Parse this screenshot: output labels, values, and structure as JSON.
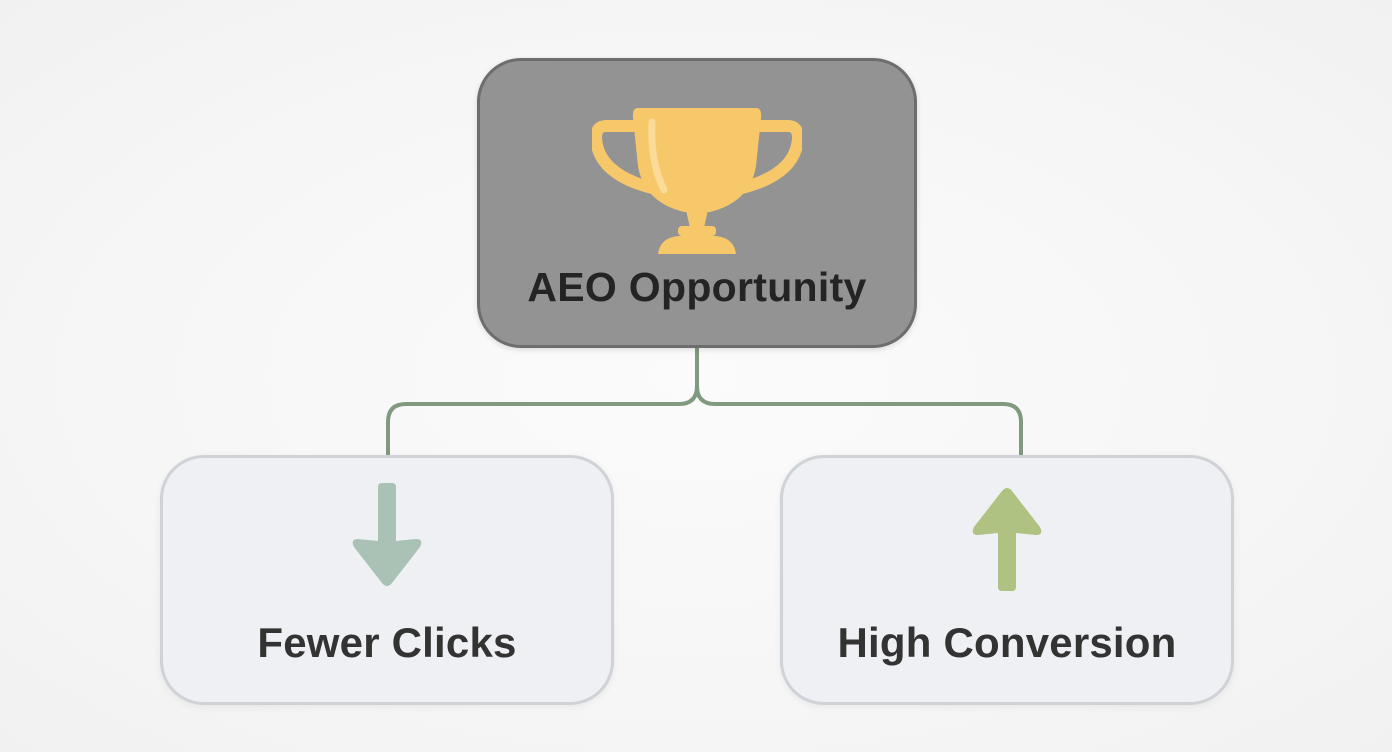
{
  "diagram": {
    "root": {
      "label": "AEO Opportunity",
      "icon": "trophy-icon",
      "background": "#939393",
      "border": "#6d6d6d",
      "icon_color": "#f7c86a"
    },
    "children": [
      {
        "label": "Fewer Clicks",
        "icon": "arrow-down-icon",
        "icon_color": "#a9c2b5"
      },
      {
        "label": "High Conversion",
        "icon": "arrow-up-icon",
        "icon_color": "#b0c282"
      }
    ],
    "connector_color": "#7f9a7f",
    "node_background": "#eff0f3",
    "node_border": "#cfd2d6"
  }
}
